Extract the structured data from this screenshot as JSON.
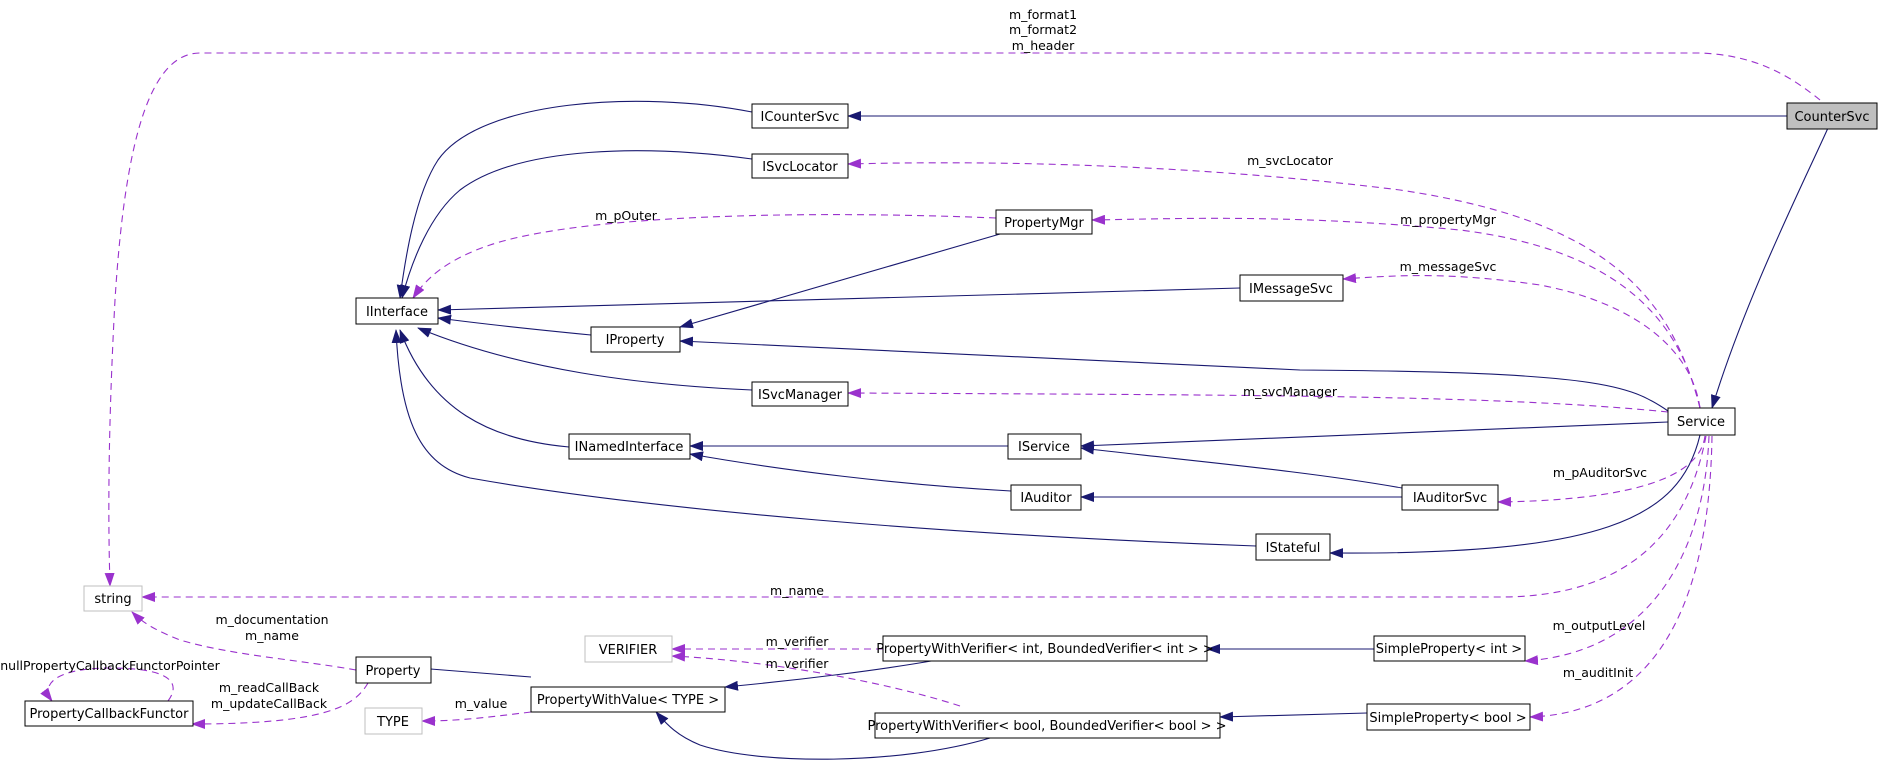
{
  "colors": {
    "inheritance": "#191970",
    "usage": "#9a32cd",
    "focus_fill": "#bfbfbf",
    "external_border": "#bfbfbf"
  },
  "nodes": {
    "CounterSvc": "CounterSvc",
    "ICounterSvc": "ICounterSvc",
    "ISvcLocator": "ISvcLocator",
    "PropertyMgr": "PropertyMgr",
    "IMessageSvc": "IMessageSvc",
    "IInterface": "IInterface",
    "IProperty": "IProperty",
    "ISvcManager": "ISvcManager",
    "Service": "Service",
    "INamedInterface": "INamedInterface",
    "IService": "IService",
    "IAuditor": "IAuditor",
    "IAuditorSvc": "IAuditorSvc",
    "IStateful": "IStateful",
    "string": "string",
    "Property": "Property",
    "PropertyCallbackFunctor": "PropertyCallbackFunctor",
    "VERIFIER": "VERIFIER",
    "TYPE": "TYPE",
    "PropertyWithValue": "PropertyWithValue< TYPE >",
    "PWV_int": "PropertyWithVerifier< int, BoundedVerifier< int > >",
    "PWV_bool": "PropertyWithVerifier< bool, BoundedVerifier< bool > >",
    "SimpleProperty_int": "SimpleProperty< int >",
    "SimpleProperty_bool": "SimpleProperty< bool >"
  },
  "edge_labels": {
    "format1": "m_format1",
    "format2": "m_format2",
    "header": "m_header",
    "svcLocator": "m_svcLocator",
    "pOuter": "m_pOuter",
    "propertyMgr": "m_propertyMgr",
    "messageSvc": "m_messageSvc",
    "svcManager": "m_svcManager",
    "pAuditorSvc": "m_pAuditorSvc",
    "name": "m_name",
    "documentation": "m_documentation",
    "name2": "m_name",
    "nullCallback": "nullPropertyCallbackFunctorPointer",
    "readCallBack": "m_readCallBack",
    "updateCallBack": "m_updateCallBack",
    "verifier1": "m_verifier",
    "verifier2": "m_verifier",
    "value": "m_value",
    "outputLevel": "m_outputLevel",
    "auditInit": "m_auditInit"
  }
}
